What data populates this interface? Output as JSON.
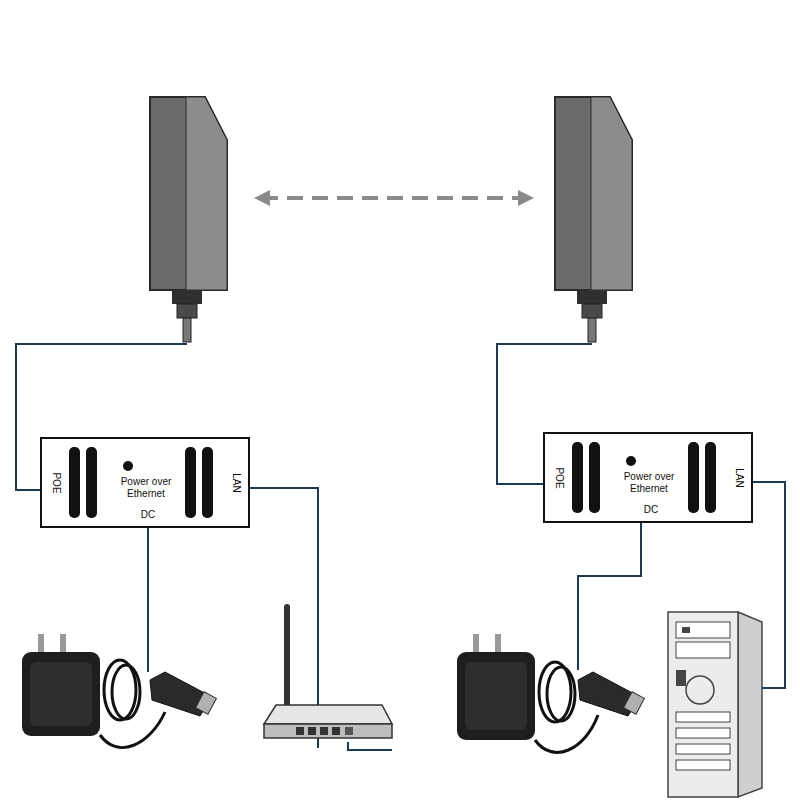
{
  "diagram": {
    "nodes": [
      {
        "text": [
          "POE",
          "Power over Ethernet",
          "DC",
          "LAN"
        ]
      },
      {
        "text": [
          "POE",
          "Power over Ethernet",
          "DC",
          "LAN"
        ]
      }
    ]
  }
}
